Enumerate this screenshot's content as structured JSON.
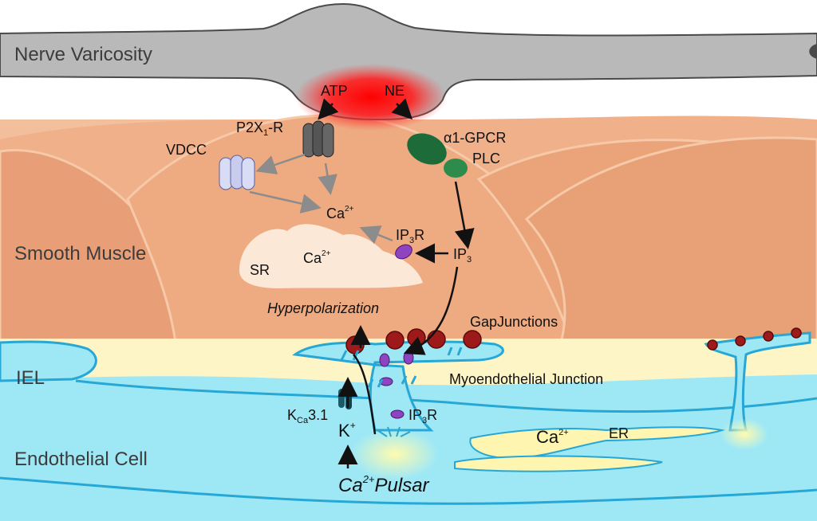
{
  "regions": {
    "nerve": "Nerve Varicosity",
    "smooth_muscle": "Smooth Muscle",
    "iel": "IEL",
    "endothelial": "Endothelial Cell"
  },
  "labels": {
    "atp": "ATP",
    "ne": "NE",
    "p2x": "P2X",
    "p2x_sub": "1",
    "p2x_suffix": "-R",
    "alpha": "α",
    "gpcr": "1-GPCR",
    "plc": "PLC",
    "vdcc": "VDCC",
    "ca": "Ca",
    "ca_sup": "2+",
    "ip3r": "IP",
    "ip3r_sub": "3",
    "ip3r_suffix": "R",
    "ip3": "IP",
    "ip3_sub": "3",
    "sr": "SR",
    "hyperpolarization": "Hyperpolarization",
    "gap_junctions": "GapJunctions",
    "myoendothelial": "Myoendothelial Junction",
    "kca": "K",
    "kca_sub": "Ca",
    "kca_suffix": "3.1",
    "k": "K",
    "k_sup": "+",
    "er": "ER",
    "pulsar": "Pulsar"
  },
  "colors": {
    "nerve": "#b9b9b9",
    "muscle": "#f0b28a",
    "iel": "#fdf5c6",
    "endothelium": "#9ee8f6",
    "gpcr": "#1e6b3a",
    "receptor": "#7d2fa8",
    "gap_junction": "#9e1a1a",
    "release": "#ff1a1a"
  }
}
